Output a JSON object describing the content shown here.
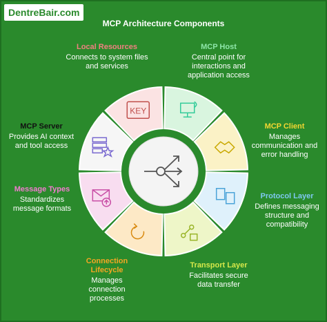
{
  "brand": "DentreBair.com",
  "title": "MCP Architecture Components",
  "colors": {
    "background": "#2a8a2c",
    "local_resources": "#f08080",
    "mcp_host": "#8ee6a8",
    "mcp_client": "#f2d632",
    "protocol_layer": "#7ec8f0",
    "transport_layer": "#d6e84a",
    "connection_lifecycle": "#f5a623",
    "message_types": "#f07ccf",
    "mcp_server": "#111111"
  },
  "components": [
    {
      "id": "local_resources",
      "title": "Local Resources",
      "desc": "Connects to system files and services",
      "icon": "key-icon"
    },
    {
      "id": "mcp_host",
      "title": "MCP Host",
      "desc": "Central point for interactions and application access",
      "icon": "monitor-icon"
    },
    {
      "id": "mcp_client",
      "title": "MCP Client",
      "desc": "Manages communication and error handling",
      "icon": "handshake-icon"
    },
    {
      "id": "protocol_layer",
      "title": "Protocol Layer",
      "desc": "Defines messaging structure and compatibility",
      "icon": "documents-icon"
    },
    {
      "id": "transport_layer",
      "title": "Transport Layer",
      "desc": "Facilitates secure data transfer",
      "icon": "network-lock-icon"
    },
    {
      "id": "connection_lifecycle",
      "title": "Connection Lifecycle",
      "desc": "Manages connection processes",
      "icon": "refresh-icon"
    },
    {
      "id": "message_types",
      "title": "Message Types",
      "desc": "Standardizes message formats",
      "icon": "mail-upload-icon"
    },
    {
      "id": "mcp_server",
      "title": "MCP Server",
      "desc": "Provides AI context and tool access",
      "icon": "server-star-icon"
    }
  ]
}
